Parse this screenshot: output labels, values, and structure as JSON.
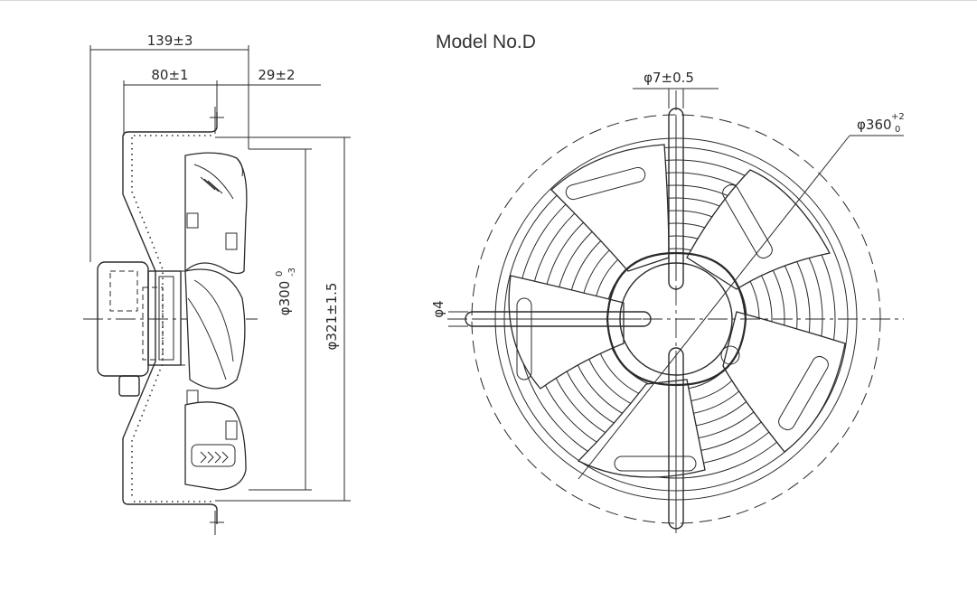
{
  "title": "Model No.D",
  "side_view": {
    "overall_depth": "139±3",
    "motor_depth": "80±1",
    "guard_depth": "29±2",
    "blade_diameter_main": "φ300",
    "blade_diameter_sup": "0",
    "blade_diameter_sub": "-3",
    "guard_diameter": "φ321±1.5"
  },
  "front_view": {
    "hole_diameter": "φ7±0.5",
    "mount_circle_main": "φ360",
    "mount_circle_sup": "+2",
    "mount_circle_sub": "0",
    "slot_width": "φ4"
  }
}
